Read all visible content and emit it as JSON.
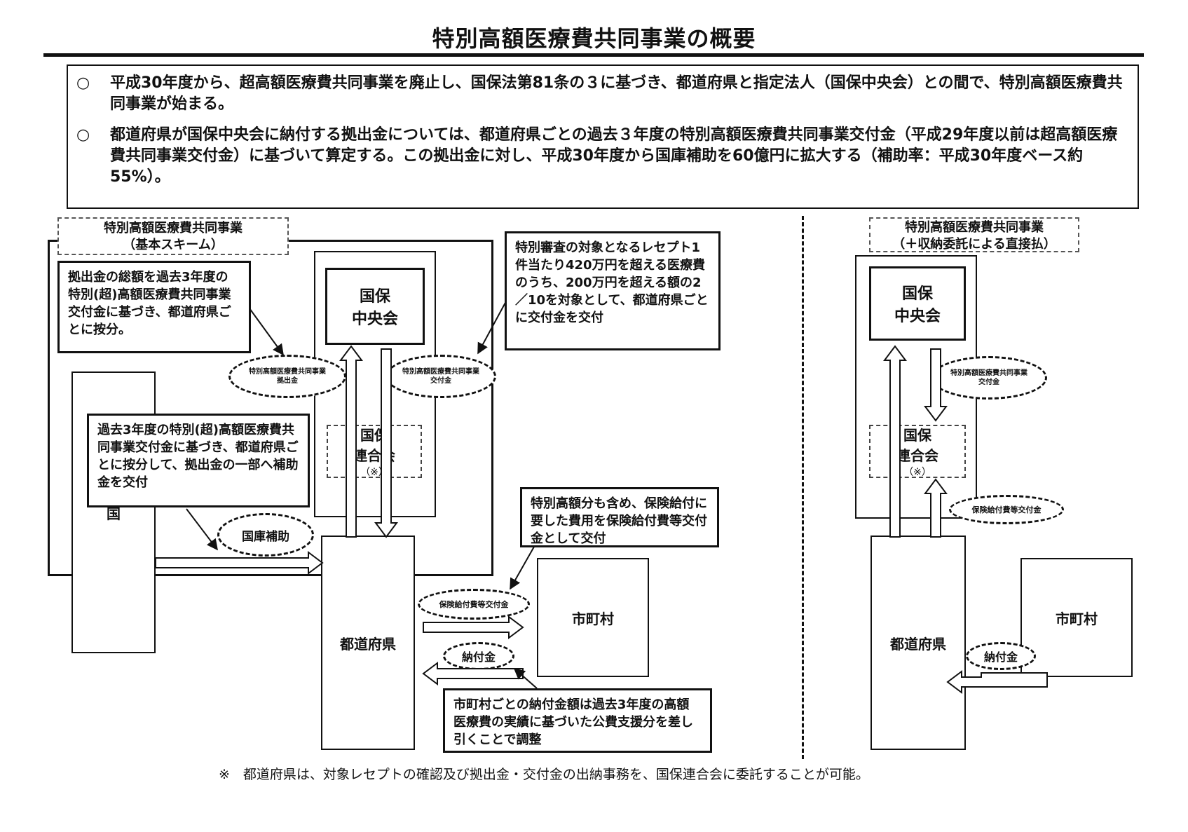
{
  "title": "特別高額医療費共同事業の概要",
  "intro": {
    "bullet": "○",
    "items": [
      "平成30年度から、超高額医療費共同事業を廃止し、国保法第81条の３に基づき、都道府県と指定法人（国保中央会）との間で、特別高額医療費共同事業が始まる。",
      "都道府県が国保中央会に納付する拠出金については、都道府県ごとの過去３年度の特別高額医療費共同事業交付金（平成29年度以前は超高額医療費共同事業交付金）に基づいて算定する。この拠出金に対し、平成30年度から国庫補助を60億円に拡大する（補助率：平成30年度ベース約55%）。"
    ]
  },
  "basic": {
    "title": "特別高額医療費共同事業\n（基本スキーム）",
    "kokuho_chuokai": "国保\n中央会",
    "rengokai": "国保\n連合会",
    "rengokai_note": "（※）",
    "kuni": "国",
    "todofuken": "都道府県",
    "shichoson": "市町村",
    "oval_kyoshutsukin": "特別高額医療費共同事業\n拠出金",
    "oval_kofukin": "特別高額医療費共同事業\n交付金",
    "oval_kokko": "国庫補助",
    "oval_hoken": "保険給付費等交付金",
    "oval_nofukin": "納付金",
    "note_kyoshutsu": "拠出金の総額を過去3年度の特別(超)高額医療費共同事業交付金に基づき、都道府県ごとに按分。",
    "note_kofu": "特別審査の対象となるレセプト1件当たり420万円を超える医療費のうち、200万円を超える額の2／10を対象として、都道府県ごとに交付金を交付",
    "note_kokko": "過去3年度の特別(超)高額医療費共同事業交付金に基づき、都道府県ごとに按分して、拠出金の一部へ補助金を交付",
    "note_hoken": "特別高額分も含め、保険給付に要した費用を保険給付費等交付金として交付",
    "note_nofu": "市町村ごとの納付金額は過去3年度の高額医療費の実績に基づいた公費支援分を差し引くことで調整"
  },
  "direct": {
    "title": "特別高額医療費共同事業\n（＋収納委託による直接払）",
    "kokuho_chuokai": "国保\n中央会",
    "rengokai": "国保\n連合会",
    "rengokai_note": "（※）",
    "todofuken": "都道府県",
    "shichoson": "市町村",
    "oval_kofukin": "特別高額医療費共同事業\n交付金",
    "oval_hoken": "保険給付費等交付金",
    "oval_nofukin": "納付金"
  },
  "footer": "※　都道府県は、対象レセプトの確認及び拠出金・交付金の出納事務を、国保連合会に委託することが可能。"
}
